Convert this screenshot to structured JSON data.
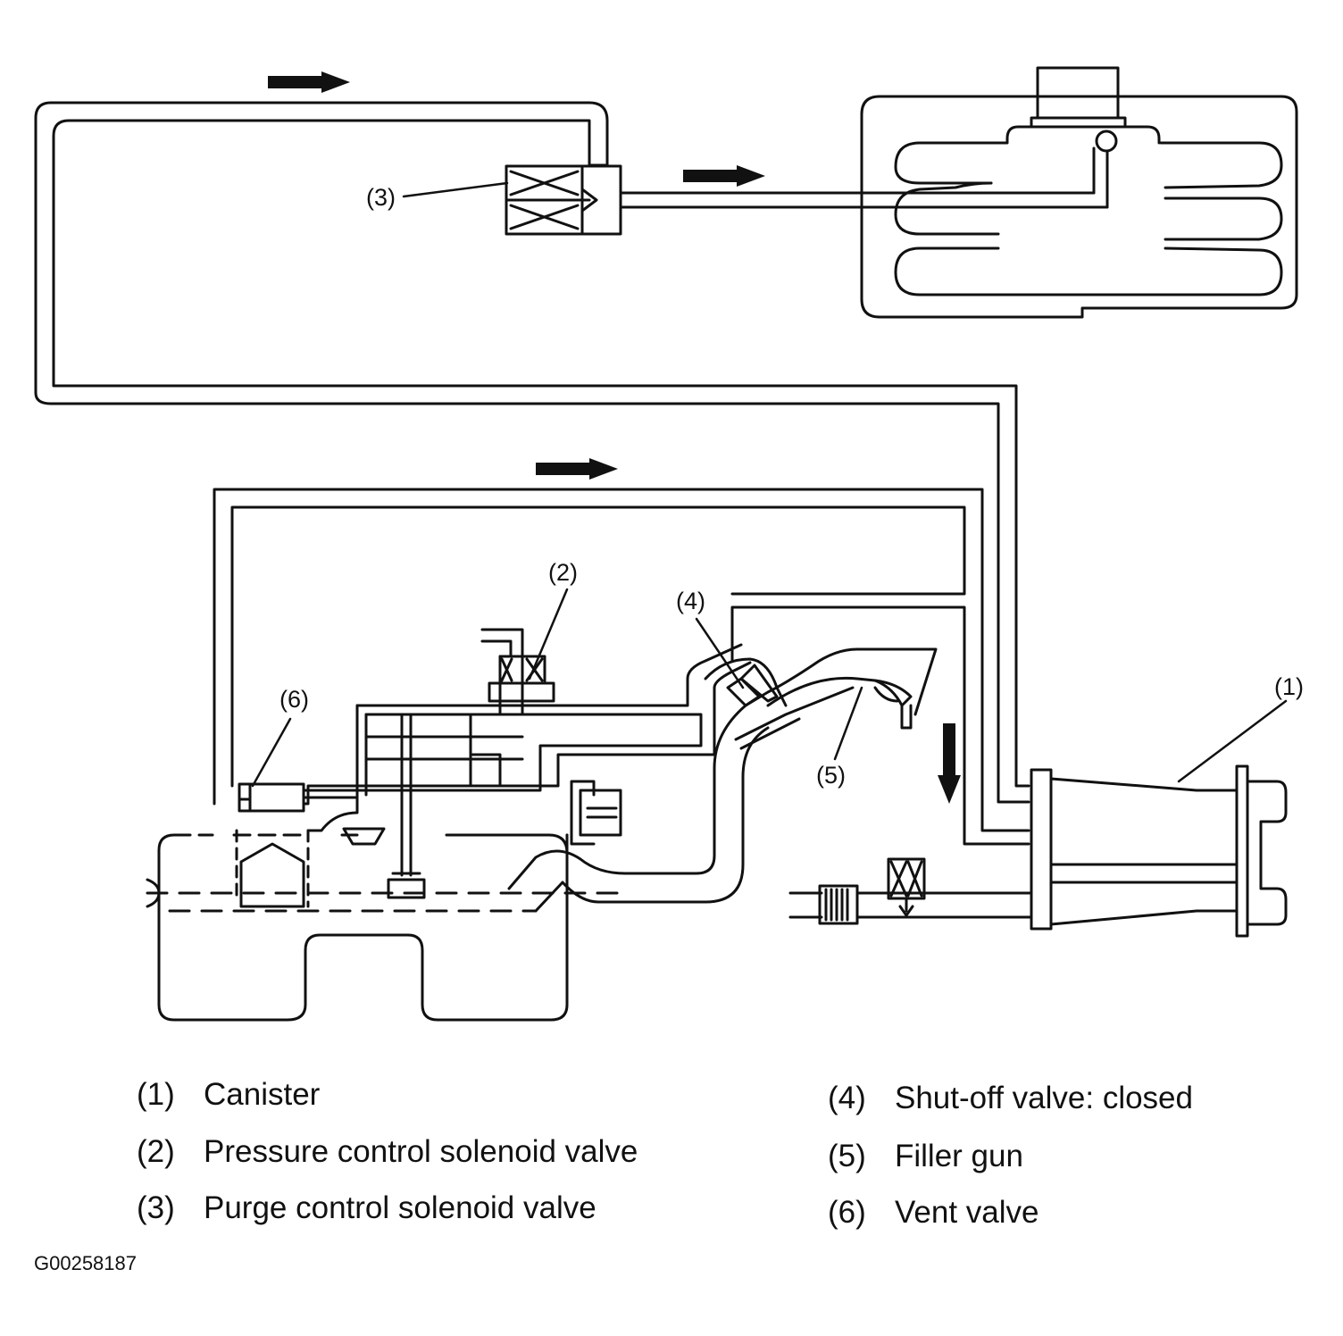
{
  "diagram": {
    "callouts": {
      "c1": "(1)",
      "c2": "(2)",
      "c3": "(3)",
      "c4": "(4)",
      "c5": "(5)",
      "c6": "(6)"
    }
  },
  "legend": [
    {
      "num": "(1)",
      "label": "Canister"
    },
    {
      "num": "(2)",
      "label": "Pressure control solenoid valve"
    },
    {
      "num": "(3)",
      "label": "Purge control solenoid valve"
    },
    {
      "num": "(4)",
      "label": "Shut-off valve: closed"
    },
    {
      "num": "(5)",
      "label": "Filler gun"
    },
    {
      "num": "(6)",
      "label": "Vent valve"
    }
  ],
  "figure_code": "G00258187"
}
